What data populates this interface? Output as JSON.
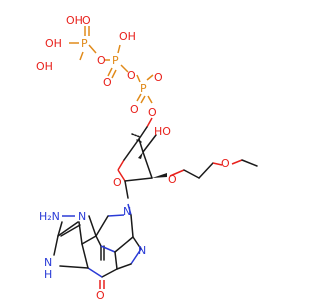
{
  "molecule": {
    "atoms": {
      "oh_1a": "OH",
      "o_1a": "O",
      "p_1": "P",
      "oh_1b": "OH",
      "oh_2a": "OH",
      "o_1b": "O",
      "p_2": "P",
      "o_2a": "O",
      "oh_3a": "OH",
      "o_2b": "O",
      "p_3": "P",
      "o_3a": "O",
      "o_3b": "O",
      "oh_ribose": "HO",
      "o_ring": "O",
      "o_ether1": "O",
      "o_ether2": "O",
      "n_9": "N",
      "n_7": "N",
      "n_3": "N",
      "n_1": "N",
      "nh2": "H₂N",
      "h_n1": "H",
      "o_carbonyl": "O"
    },
    "colors": {
      "carbon": "#1a1a1a",
      "oxygen": "#e8211c",
      "phosphorus": "#e08a1a",
      "nitrogen": "#2a3bd6"
    }
  }
}
